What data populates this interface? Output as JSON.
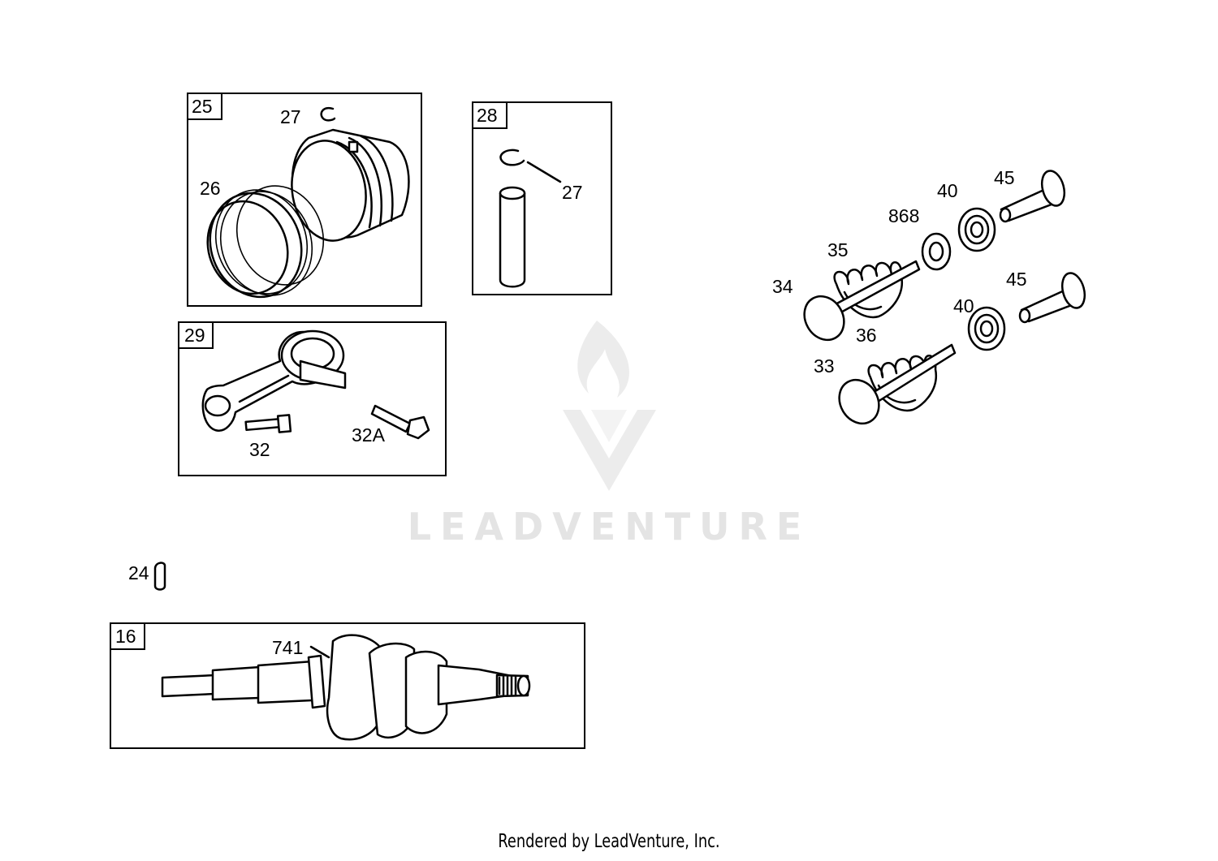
{
  "boxes": {
    "b25": "25",
    "b28": "28",
    "b29": "29",
    "b16": "16"
  },
  "labels": {
    "l27a": "27",
    "l26": "26",
    "l27b": "27",
    "l32": "32",
    "l32a": "32A",
    "l24": "24",
    "l741": "741",
    "l45a": "45",
    "l40a": "40",
    "l868": "868",
    "l35": "35",
    "l34": "34",
    "l45b": "45",
    "l40b": "40",
    "l36": "36",
    "l33": "33"
  },
  "watermark": "LEADVENTURE",
  "footer": "Rendered by LeadVenture, Inc."
}
